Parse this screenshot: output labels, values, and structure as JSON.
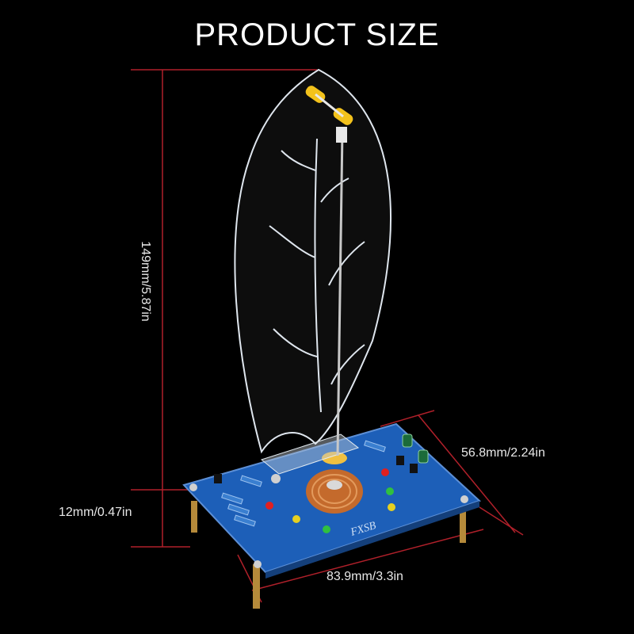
{
  "title": "PRODUCT SIZE",
  "dimensions": {
    "height": "149mm/5.87in",
    "depth": "56.8mm/2.24in",
    "base_height": "12mm/0.47in",
    "width": "83.9mm/3.3in"
  },
  "board": {
    "silkscreen": "FXSB"
  },
  "colors": {
    "background": "#000000",
    "dimension_line": "#b0202a",
    "pcb": "#1d5fb8",
    "coil": "#c46a2c"
  }
}
